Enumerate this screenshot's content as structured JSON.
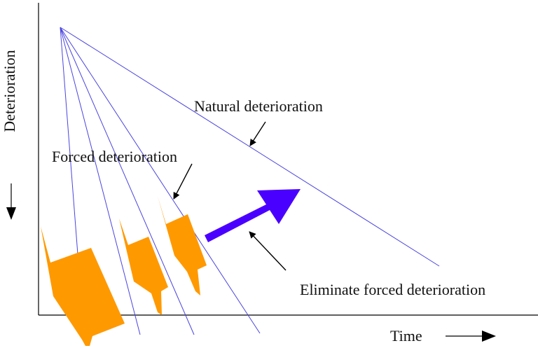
{
  "labels": {
    "y_axis": "Deterioration",
    "x_axis": "Time",
    "natural": "Natural deterioration",
    "forced": "Forced deterioration",
    "eliminate": "Eliminate forced deterioration"
  },
  "colors": {
    "line": "#4a44e0",
    "big_arrow": "#4a00ff",
    "block": "#ff9900",
    "axis": "#000000"
  }
}
